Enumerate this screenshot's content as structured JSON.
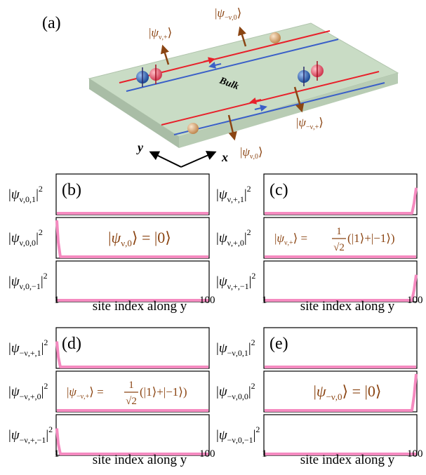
{
  "figure": {
    "panel_a": {
      "label": "(a)",
      "bulk_label": "Bulk",
      "axis_x": "x",
      "axis_y": "y",
      "ket_top_left": "ψ_{ν,+}",
      "ket_top_right": "ψ_{−ν,0}",
      "ket_bottom_right": "ψ_{−ν,+}",
      "ket_bottom": "ψ_{ν,0}"
    },
    "colors": {
      "slab": "#c8dcc4",
      "red_line": "#e8202a",
      "blue_line": "#3a5fc8",
      "arrow_brown": "#8b4513",
      "ball_red": "#e05060",
      "ball_blue": "#2a5aa8",
      "ball_tan": "#d4a070",
      "curve_pink": "#f58ac0"
    },
    "axis_ticks": {
      "start": "1",
      "end": "100"
    },
    "xlabel": "site index along y",
    "panels": [
      {
        "label": "(b)",
        "row_labels": [
          "ψ_{ν,0,1}",
          "ψ_{ν,0,0}",
          "ψ_{ν,0,−1}"
        ],
        "equation": "|ψ_{ν,0}⟩ = |0⟩",
        "localization": "left",
        "row_peaks": [
          0,
          1,
          0
        ]
      },
      {
        "label": "(c)",
        "row_labels": [
          "ψ_{ν,+,1}",
          "ψ_{ν,+,0}",
          "ψ_{ν,+,−1}"
        ],
        "equation": "|ψ_{ν,+}⟩ = (1/√2)(|1⟩+|−1⟩)",
        "localization": "right",
        "row_peaks": [
          0.7,
          0,
          0.7
        ]
      },
      {
        "label": "(d)",
        "row_labels": [
          "ψ_{−ν,+,1}",
          "ψ_{−ν,+,0}",
          "ψ_{−ν,+,−1}"
        ],
        "equation": "|ψ_{−ν,+}⟩ = (1/√2)(|1⟩+|−1⟩)",
        "localization": "left",
        "row_peaks": [
          0.7,
          0,
          0.7
        ]
      },
      {
        "label": "(e)",
        "row_labels": [
          "ψ_{−ν,0,1}",
          "ψ_{−ν,0,0}",
          "ψ_{−ν,0,−1}"
        ],
        "equation": "|ψ_{−ν,0}⟩ = |0⟩",
        "localization": "right",
        "row_peaks": [
          0,
          1,
          0
        ]
      }
    ]
  }
}
